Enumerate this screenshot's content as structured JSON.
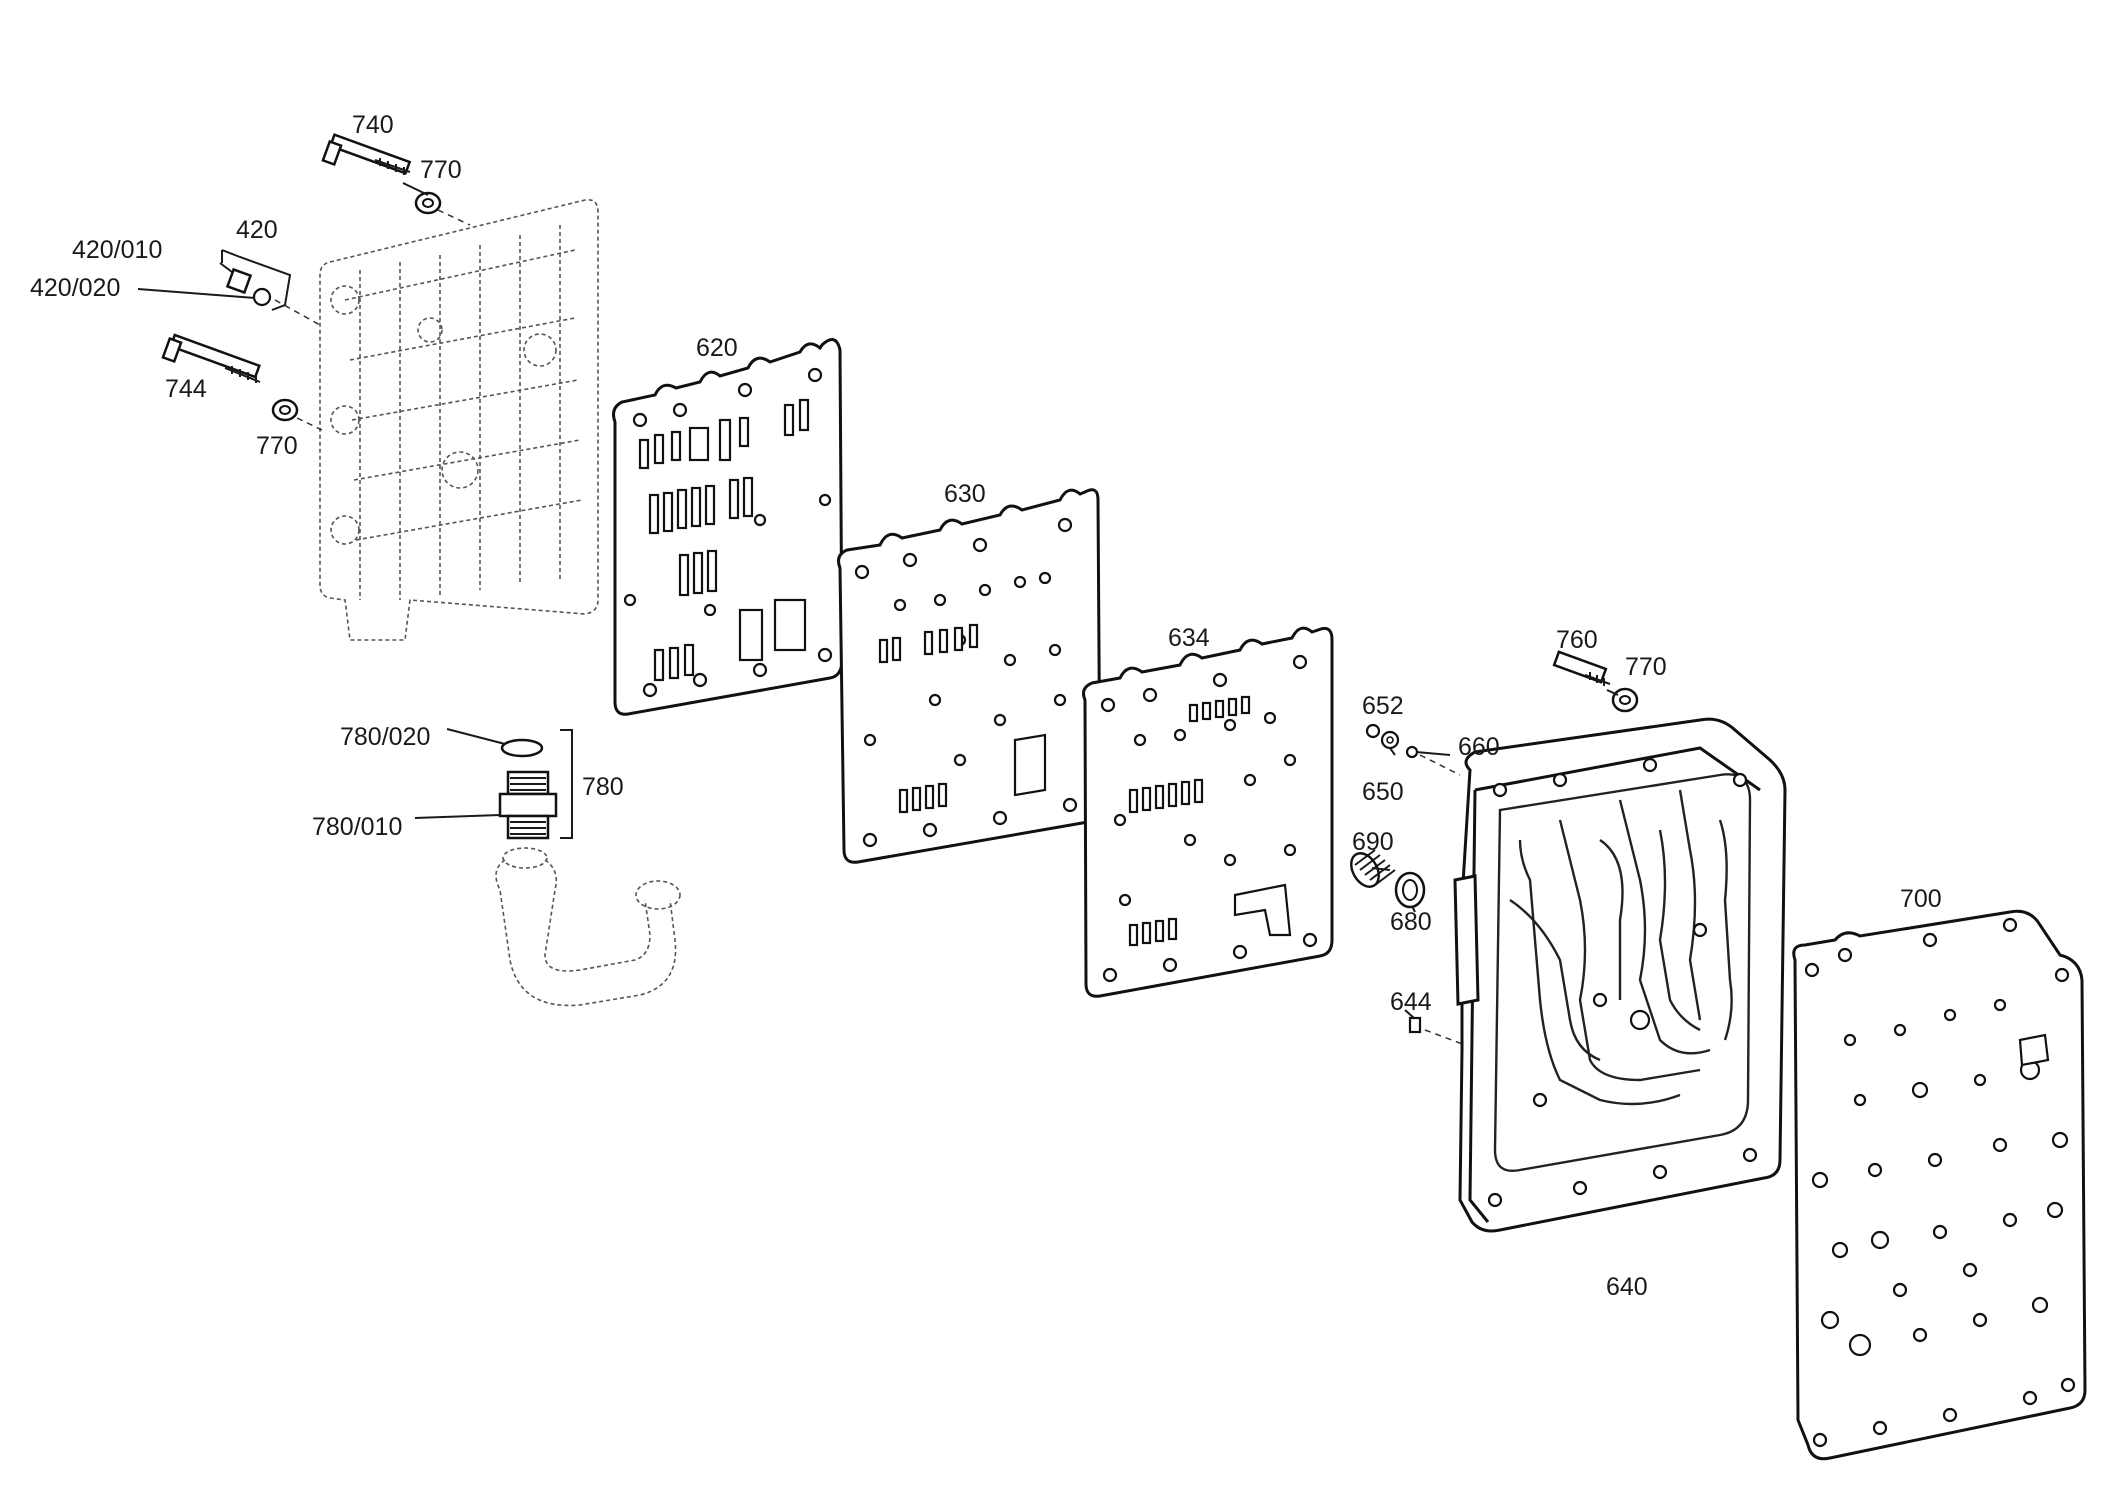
{
  "labels": {
    "l740": "740",
    "l770a": "770",
    "l420": "420",
    "l420_010": "420/010",
    "l420_020": "420/020",
    "l744": "744",
    "l770b": "770",
    "l620": "620",
    "l630": "630",
    "l634": "634",
    "l780_020": "780/020",
    "l780": "780",
    "l780_010": "780/010",
    "l760": "760",
    "l770c": "770",
    "l652": "652",
    "l660": "660",
    "l650": "650",
    "l690": "690",
    "l680": "680",
    "l644": "644",
    "l640": "640",
    "l700": "700"
  }
}
